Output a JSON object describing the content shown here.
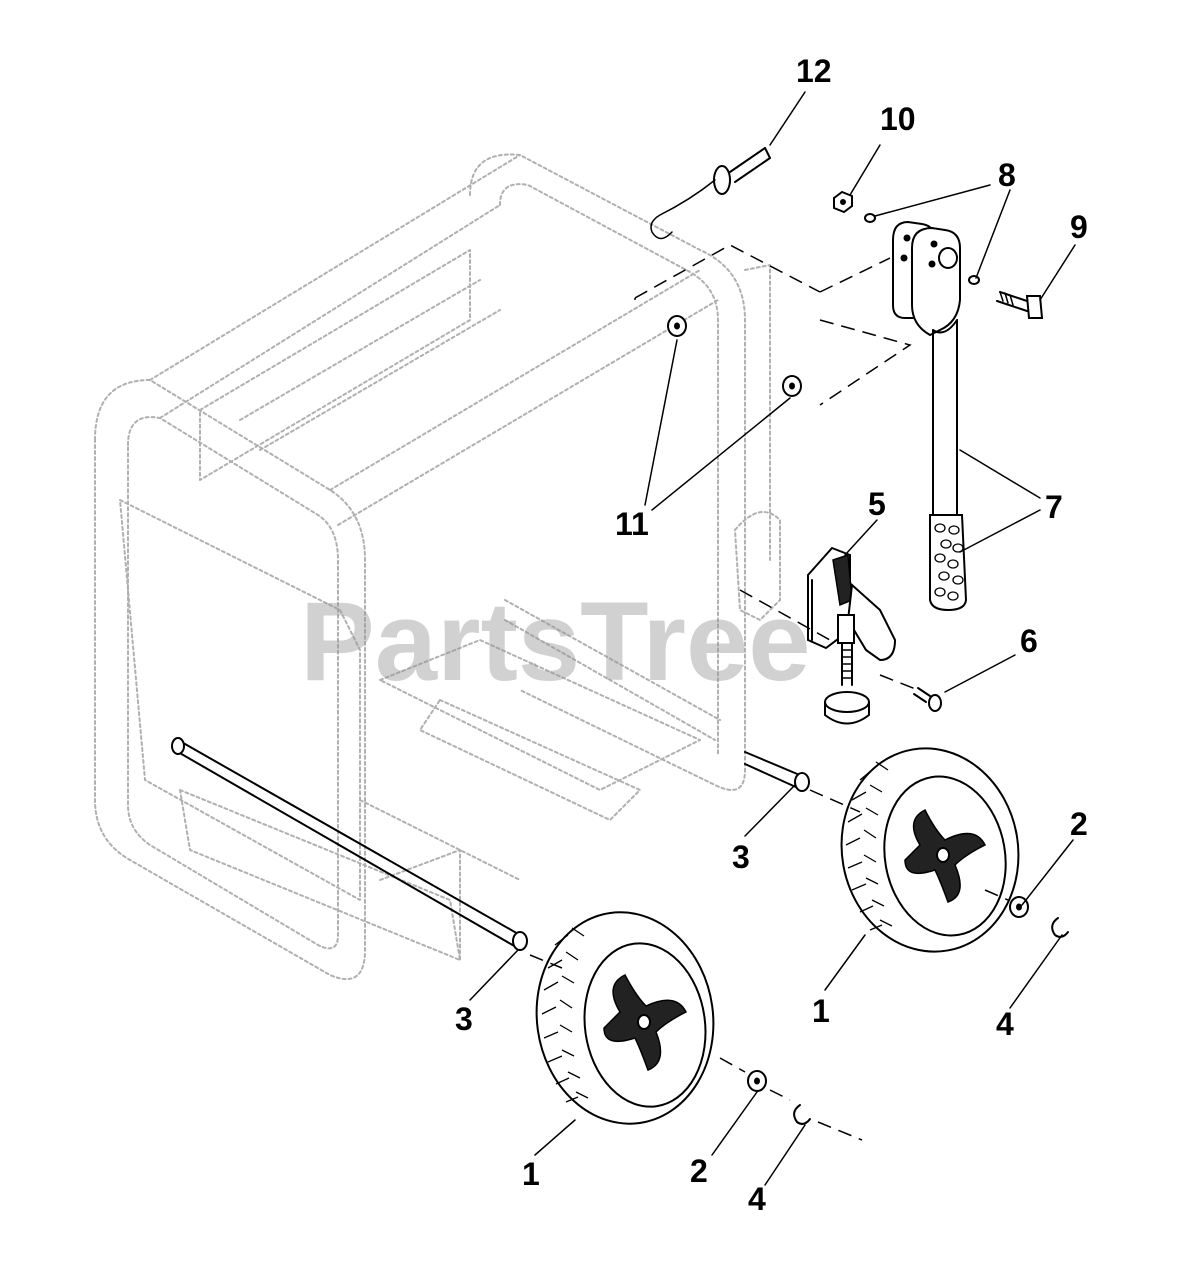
{
  "watermark": {
    "text": "PartsTree",
    "kind": "logo"
  },
  "callouts": [
    {
      "id": "c12",
      "label": "12"
    },
    {
      "id": "c10",
      "label": "10"
    },
    {
      "id": "c8",
      "label": "8"
    },
    {
      "id": "c9",
      "label": "9"
    },
    {
      "id": "c11",
      "label": "11"
    },
    {
      "id": "c5",
      "label": "5"
    },
    {
      "id": "c7",
      "label": "7"
    },
    {
      "id": "c6",
      "label": "6"
    },
    {
      "id": "c2a",
      "label": "2"
    },
    {
      "id": "c3a",
      "label": "3"
    },
    {
      "id": "c1a",
      "label": "1"
    },
    {
      "id": "c4a",
      "label": "4"
    },
    {
      "id": "c3b",
      "label": "3"
    },
    {
      "id": "c1b",
      "label": "1"
    },
    {
      "id": "c2b",
      "label": "2"
    },
    {
      "id": "c4b",
      "label": "4"
    }
  ],
  "colors": {
    "line": "#000000",
    "frame_ghost": "#b0b0b0",
    "watermark": "#9a9a9a",
    "background": "#ffffff"
  }
}
